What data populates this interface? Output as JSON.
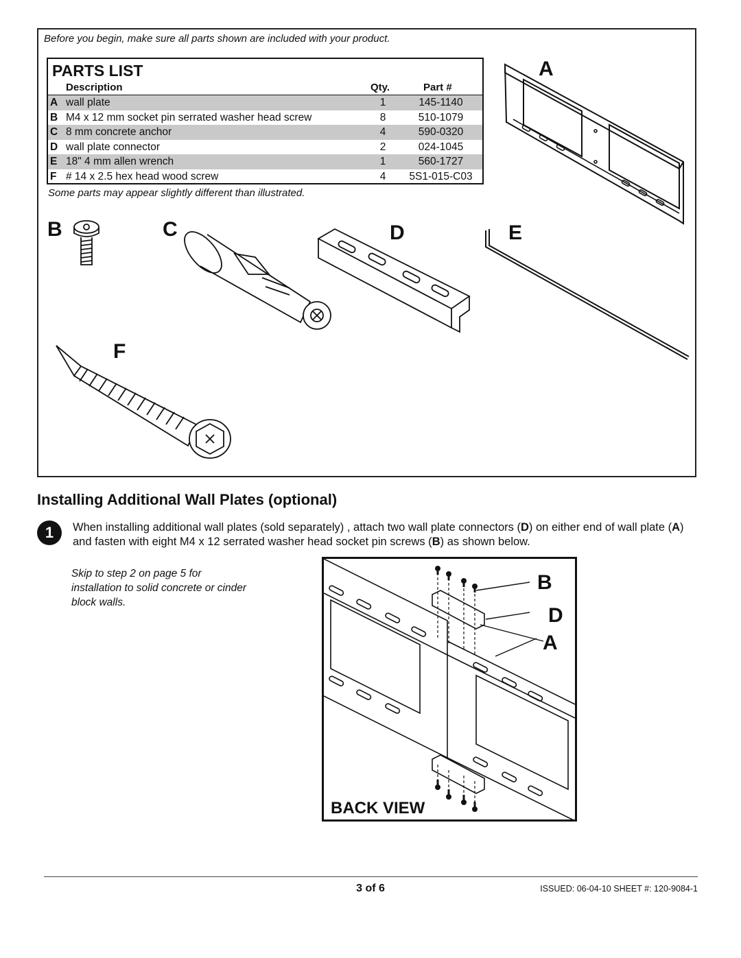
{
  "intro_note": "Before you begin, make sure all parts shown are included with your product.",
  "parts_list": {
    "title": "PARTS LIST",
    "headers": {
      "description": "Description",
      "qty": "Qty.",
      "part": "Part #"
    },
    "rows": [
      {
        "letter": "A",
        "description": "wall plate",
        "qty": "1",
        "part": "145-1140"
      },
      {
        "letter": "B",
        "description": "M4 x 12 mm socket pin serrated washer head screw",
        "qty": "8",
        "part": "510-1079"
      },
      {
        "letter": "C",
        "description": "8 mm concrete anchor",
        "qty": "4",
        "part": "590-0320"
      },
      {
        "letter": "D",
        "description": "wall plate connector",
        "qty": "2",
        "part": "024-1045"
      },
      {
        "letter": "E",
        "description": "18\" 4 mm allen wrench",
        "qty": "1",
        "part": "560-1727"
      },
      {
        "letter": "F",
        "description": "# 14 x 2.5 hex head wood screw",
        "qty": "4",
        "part": "5S1-015-C03"
      }
    ],
    "note": "Some parts may appear slightly different than illustrated."
  },
  "part_labels": {
    "a": "A",
    "b": "B",
    "c": "C",
    "d": "D",
    "e": "E",
    "f": "F"
  },
  "section": {
    "title": "Installing Additional Wall Plates (optional)",
    "step_number": "1",
    "step_text_segments": [
      "When installing additional wall plates (sold separately) , attach two wall plate connectors (",
      "D",
      ") on either end of wall plate (",
      "A",
      ") and fasten with eight M4 x 12 serrated washer head socket pin screws (",
      "B",
      ") as shown below."
    ],
    "skip_note": "Skip to step 2 on page 5 for installation to solid concrete or cinder block walls."
  },
  "diagram": {
    "label_b": "B",
    "label_d": "D",
    "label_a": "A",
    "caption": "BACK VIEW"
  },
  "footer": {
    "page": "3 of 6",
    "issued": "ISSUED: 06-04-10  SHEET #: 120-9084-1"
  }
}
